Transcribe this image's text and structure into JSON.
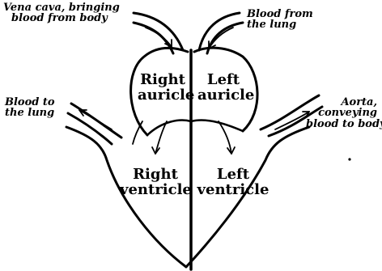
{
  "diagram": {
    "labels": {
      "vena_cava": [
        "Vena cava, bringing",
        "blood from body"
      ],
      "blood_from_lung": [
        "Blood from",
        "the lung"
      ],
      "blood_to_lung": [
        "Blood to",
        "the lung"
      ],
      "aorta": [
        "Aorta,",
        "conveying",
        "blood to body"
      ]
    },
    "chambers": {
      "right_auricle": [
        "Right",
        "auricle"
      ],
      "left_auricle": [
        "Left",
        "auricle"
      ],
      "right_ventricle": [
        "Right",
        "ventricle"
      ],
      "left_ventricle": [
        "Left",
        "ventricle"
      ]
    }
  }
}
